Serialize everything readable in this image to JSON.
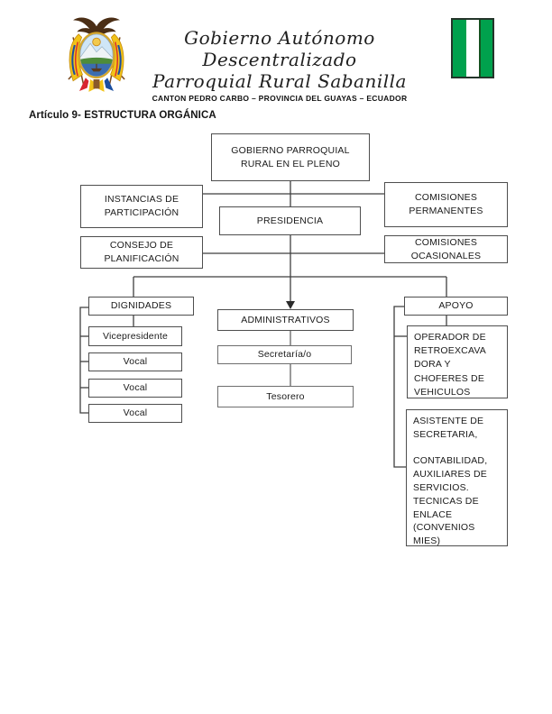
{
  "header": {
    "emblem_name": "ecuador-coat-of-arms",
    "title_line1": "Gobierno Autónomo Descentralizado",
    "title_line2": "Parroquial Rural Sabanilla",
    "subtitle": "CANTON PEDRO CARBO – PROVINCIA DEL GUAYAS – ECUADOR",
    "flag_name": "sabanilla-green-white-green-flag"
  },
  "article_heading": "Artículo 9- ESTRUCTURA ORGÁNICA",
  "org_chart": {
    "pleno": "GOBIERNO PARROQUIAL\nRURAL EN EL PLENO",
    "instancias": "INSTANCIAS DE\nPARTICIPACIÓN",
    "comisiones_permanentes": "COMISIONES\nPERMANENTES",
    "presidencia": "PRESIDENCIA",
    "consejo": "CONSEJO DE\nPLANIFICACIÓN",
    "comisiones_ocasionales": "COMISIONES\nOCASIONALES",
    "dignidades": "DIGNIDADES",
    "vicepresidente": "Vicepresidente",
    "vocal_1": "Vocal",
    "vocal_2": "Vocal",
    "vocal_3": "Vocal",
    "administrativos": "ADMINISTRATIVOS",
    "secretaria": "Secretaría/o",
    "tesorero": "Tesorero",
    "apoyo": "APOYO",
    "operador": "OPERADOR DE\nRETROEXCAVA\nDORA Y\nCHOFERES DE\nVEHICULOS",
    "asistente": "ASISTENTE DE\nSECRETARIA,\n\nCONTABILIDAD,\nAUXILIARES DE\nSERVICIOS.\nTECNICAS DE\nENLACE\n(CONVENIOS\nMIES)"
  },
  "colors": {
    "flag_green": "#00A14D",
    "flag_dark_green": "#14521f",
    "flag_border": "#24352a",
    "box_border": "#4e4e4e",
    "connector_line": "#3f3f3f",
    "connector_gray": "#808080",
    "text": "#1a1a1a"
  }
}
